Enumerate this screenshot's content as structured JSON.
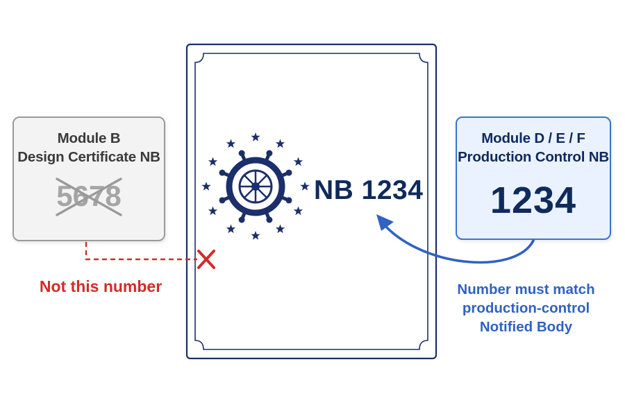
{
  "module_b": {
    "title_line1": "Module B",
    "title_line2": "Design Certificate NB",
    "number": "5678",
    "caption": "Not this number"
  },
  "module_def": {
    "title_line1": "Module D / E / F",
    "title_line2": "Production Control NB",
    "number": "1234",
    "caption_line1": "Number must match",
    "caption_line2": "production-control",
    "caption_line3": "Notified Body"
  },
  "certificate": {
    "mark_label": "NB 1234",
    "emblem": "ship-wheel-with-stars-icon"
  },
  "colors": {
    "navy": "#1a2f6b",
    "reject_red": "#d42a2a",
    "link_blue": "#2f62c2",
    "box_b_border": "#9a9a9a",
    "box_d_border": "#3a73cc"
  }
}
